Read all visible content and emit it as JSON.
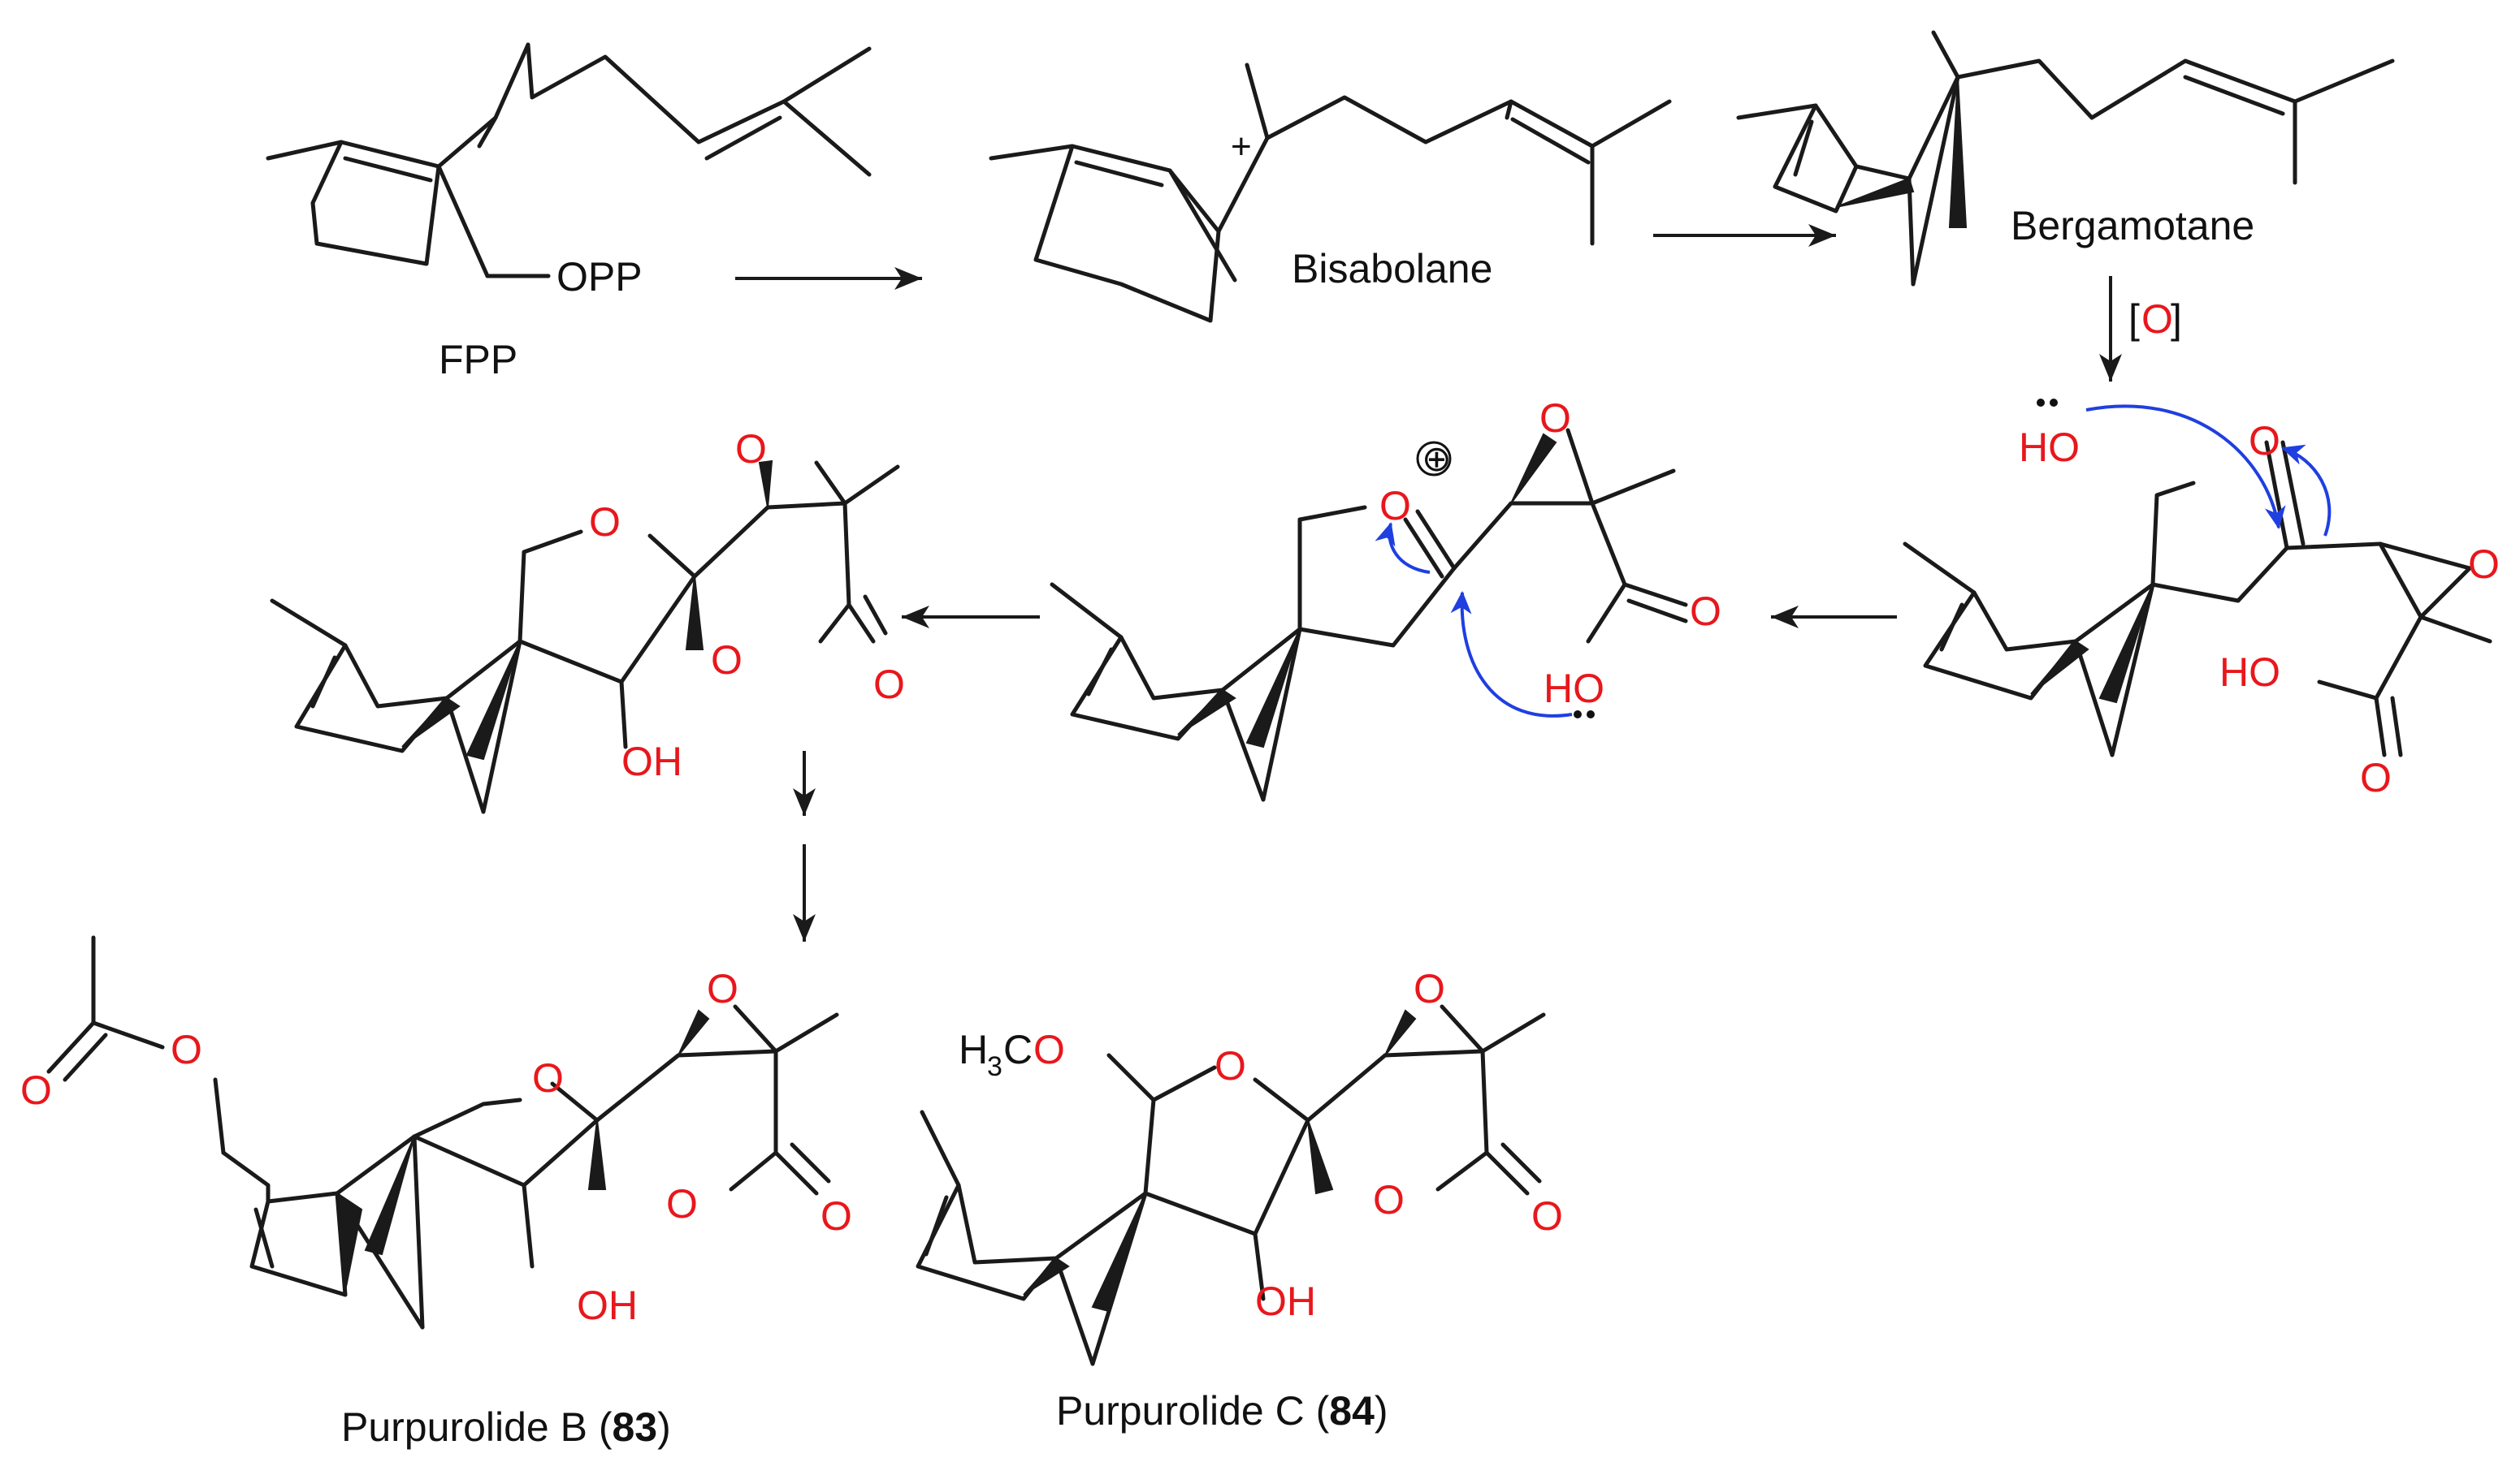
{
  "scheme": {
    "compounds": [
      {
        "id": "fpp",
        "label": "FPP",
        "substituent": "OPP"
      },
      {
        "id": "bisabolane",
        "label": "Bisabolane",
        "charge": "+"
      },
      {
        "id": "bergamotane",
        "label": "Bergamotane"
      },
      {
        "id": "epoxy-keto-acid",
        "atoms": {
          "ho": "HO",
          "o_keto": "O",
          "o_epoxide": "O",
          "ho_acid": "HO",
          "o_acid": "O"
        }
      },
      {
        "id": "oxocarbenium",
        "charge": "⊕",
        "atoms": {
          "o_ring": "O",
          "o_epoxide": "O",
          "o_acid": "O",
          "ho": "HO"
        }
      },
      {
        "id": "spirolactone",
        "atoms": {
          "o_ring": "O",
          "o_epoxide": "O",
          "o_lactone": "O",
          "o_carbonyl": "O",
          "oh": "OH"
        }
      },
      {
        "id": "purpurolide-b",
        "label_prefix": "Purpurolide B (",
        "number": "83",
        "label_suffix": ")",
        "atoms": {
          "o_ester": "O",
          "o_carbonyl_ester": "O",
          "o_ring": "O",
          "o_epoxide": "O",
          "o_lactone": "O",
          "o_carbonyl": "O",
          "oh": "OH"
        }
      },
      {
        "id": "purpurolide-c",
        "label_prefix": "Purpurolide C (",
        "number": "84",
        "label_suffix": ")",
        "atoms": {
          "methoxy_h3c": "H",
          "methoxy_sub": "3",
          "methoxy_c": "C",
          "methoxy_o": "O",
          "o_ring": "O",
          "o_epoxide": "O",
          "o_lactone": "O",
          "o_carbonyl": "O",
          "oh": "OH"
        }
      }
    ],
    "arrows": [
      {
        "from": "fpp",
        "to": "bisabolane",
        "reagent": ""
      },
      {
        "from": "bisabolane",
        "to": "bergamotane",
        "reagent": ""
      },
      {
        "from": "bergamotane",
        "to": "epoxy-keto-acid",
        "reagent": "[O]"
      },
      {
        "from": "epoxy-keto-acid",
        "to": "oxocarbenium",
        "reagent": ""
      },
      {
        "from": "oxocarbenium",
        "to": "spirolactone",
        "reagent": ""
      },
      {
        "from": "spirolactone",
        "to": "purpurolides",
        "reagent": ""
      }
    ],
    "reagent_oxidation": {
      "open": "[",
      "o": "O",
      "close": "]"
    },
    "colors": {
      "heteroatom": "#e8171c",
      "bond": "#1a1a1a",
      "electron_arrow": "#1f3fe0"
    }
  }
}
